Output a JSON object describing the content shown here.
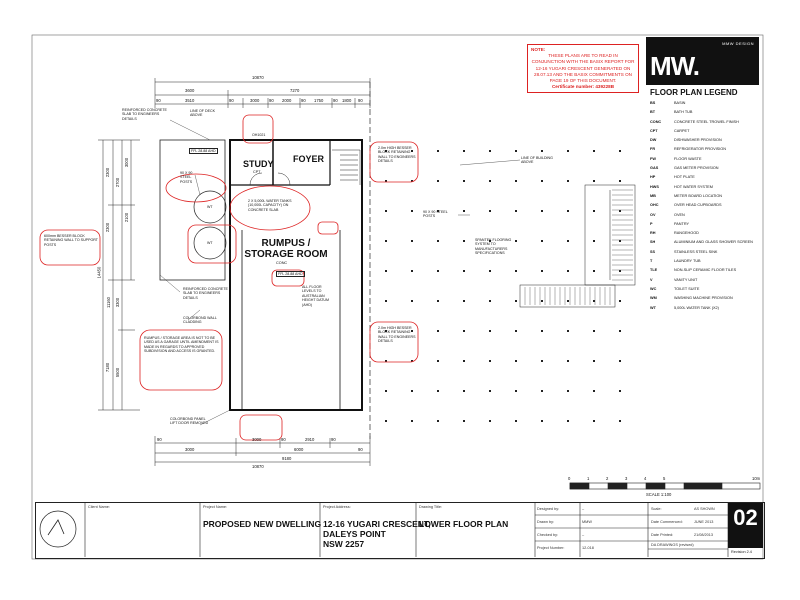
{
  "note": {
    "title": "NOTE:",
    "body": "THESE PLANS ARE TO READ IN CONJUNCTION WITH THE BASIX REPORT FOR 12-16 YUGARI CRESCENT GENERATED ON 28.07.13 AND THE BASIX COMMITMENTS ON PAGE 19 OF THIS DOCUMENT.",
    "certificate": "Certificate number: 439228B"
  },
  "logo": {
    "mark": "MW.",
    "firm": "MMW DESIGN"
  },
  "legend": {
    "title": "FLOOR PLAN LEGEND",
    "items": [
      {
        "code": "BS",
        "desc": "BASIN"
      },
      {
        "code": "BT",
        "desc": "BATH TUB"
      },
      {
        "code": "CONC",
        "desc": "CONCRETE STEEL TROWEL FINISH"
      },
      {
        "code": "CPT",
        "desc": "CARPET"
      },
      {
        "code": "DW",
        "desc": "DISHWASHER PROVISION"
      },
      {
        "code": "FR",
        "desc": "REFRIGERATOR PROVISION"
      },
      {
        "code": "FW",
        "desc": "FLOOR WASTE"
      },
      {
        "code": "GAS",
        "desc": "GAS METER PROVISION"
      },
      {
        "code": "HP",
        "desc": "HOT PLATE"
      },
      {
        "code": "HWS",
        "desc": "HOT WATER SYSTEM"
      },
      {
        "code": "MB",
        "desc": "METER BOARD LOCATION"
      },
      {
        "code": "OHC",
        "desc": "OVER HEAD CUPBOARDS"
      },
      {
        "code": "OV",
        "desc": "OVEN"
      },
      {
        "code": "P",
        "desc": "PANTRY"
      },
      {
        "code": "RH",
        "desc": "RANGEHOOD"
      },
      {
        "code": "SH",
        "desc": "ALUMINIUM AND GLASS SHOWER SCREEN"
      },
      {
        "code": "SS",
        "desc": "STAINLESS STEEL SINK"
      },
      {
        "code": "T",
        "desc": "LAUNDRY TUB"
      },
      {
        "code": "TLE",
        "desc": "NON-SLIP CERAMIC FLOOR TILES"
      },
      {
        "code": "V",
        "desc": "VANITY UNIT"
      },
      {
        "code": "WC",
        "desc": "TOILET SUITE"
      },
      {
        "code": "WM",
        "desc": "WASHING MACHINE PROVISION"
      },
      {
        "code": "WT",
        "desc": "5,000L WATER TANK (X2)"
      }
    ]
  },
  "plan": {
    "rooms": {
      "study": "STUDY",
      "study_sub": "CPT",
      "foyer": "FOYER",
      "rumpus": "RUMPUS /",
      "rumpus2": "STORAGE ROOM",
      "rumpus_sub": "CONC"
    },
    "ffl1": "FFL 28.88 AHD",
    "ffl2": "FFL 28.88 AHD",
    "wt1": "WT",
    "wt2": "WT",
    "ohc": "OH1021",
    "labels": {
      "reinforced_top": "REINFORCED CONCRETE SLAB TO ENGINEERS DETAILS",
      "deck_above": "LINE OF DECK ABOVE",
      "steel_posts_left": "90 X 90 STEEL POSTS",
      "tanks": "2 X 5,000L WATER TANKS (10,000L CAPACITY) ON CONCRETE SLAB",
      "reinforced_mid": "REINFORCED CONCRETE SLAB TO ENGINEERS DETAILS",
      "colorbond": "COLORBOND WALL CLADDING",
      "all_floor": "ALL FLOOR LEVELS TO AUSTRALIAN HEIGHT DATUM (AHD)",
      "building_above": "LINE OF BUILDING ABOVE",
      "steel_posts_right": "90 X 90 STEEL POSTS",
      "spantek": "SPANTEK FLOORING SYSTEM TO MANUFACTURERS SPECIFICATIONS",
      "panel_door": "COLORBOND PANEL LIFT DOOR REMOVED"
    },
    "clouds": {
      "c1": "2.0m HIGH BESSER BLOCK RETAINING WALL TO ENGINEERS DETAILS",
      "c2": "600mm BESSER BLOCK RETAINING WALL TO SUPPORT POSTS",
      "c3": "RUMPUS / STORAGE AREA IS NOT TO BE USED AS A GARAGE UNTIL AMENDMENT IS MADE IN REGARDS TO APPROVED SUBDIVISION AND ACCESS IS GRANTED.",
      "c4": "2.0m HIGH BESSER BLOCK RETAINING WALL TO ENGINEERS DETAILS"
    },
    "dims_top": {
      "overall": "10870",
      "a": "3600",
      "b": "7270",
      "c1": "90",
      "c2": "3510",
      "c3": "90",
      "c4": "3000",
      "c5": "90",
      "c6": "2000",
      "c7": "90",
      "c8": "1750",
      "c9": "90",
      "c10": "1800",
      "c11": "90"
    },
    "dims_bottom": {
      "a": "90",
      "b": "3000",
      "c": "90",
      "d": "2910",
      "e": "90",
      "f": "3000",
      "g": "6000",
      "h": "9180",
      "i": "10870",
      "j": "90"
    },
    "dims_left": {
      "a": "14450",
      "b": "11160",
      "c": "7180",
      "d": "5500",
      "e": "3300",
      "f": "2300",
      "g": "2700",
      "h": "3000",
      "i": "2100",
      "j": "2300"
    },
    "scale": {
      "ticks": [
        "0",
        "1",
        "2",
        "3",
        "4",
        "5",
        "10m"
      ],
      "label": "SCALE 1:100"
    }
  },
  "title_block": {
    "client_label": "Client Name:",
    "project_label": "Project Name:",
    "project": "PROPOSED NEW DWELLING",
    "address_label": "Project Address:",
    "address1": "12-16 YUGARI CRESCENT,",
    "address2": "DALEYS POINT",
    "address3": "NSW 2257",
    "drawing_label": "Drawing Title:",
    "drawing": "LOWER FLOOR PLAN",
    "designed_by_label": "Designed by:",
    "designed_by": "–",
    "drawn_by_label": "Drawn by:",
    "drawn_by": "MMW",
    "checked_by_label": "Checked by:",
    "checked_by": "–",
    "project_no_label": "Project Number:",
    "project_no": "12-018",
    "scale_label": "Scale:",
    "scale": "AS SHOWN",
    "date_commenced_label": "Date Commenced:",
    "date_commenced": "JUNE 2013",
    "date_printed_label": "Date Printed:",
    "date_printed": "21/08/2013",
    "set_label": "DA DRAWINGS (revised)",
    "sheet": "02",
    "revision": "Revision 2.4"
  }
}
